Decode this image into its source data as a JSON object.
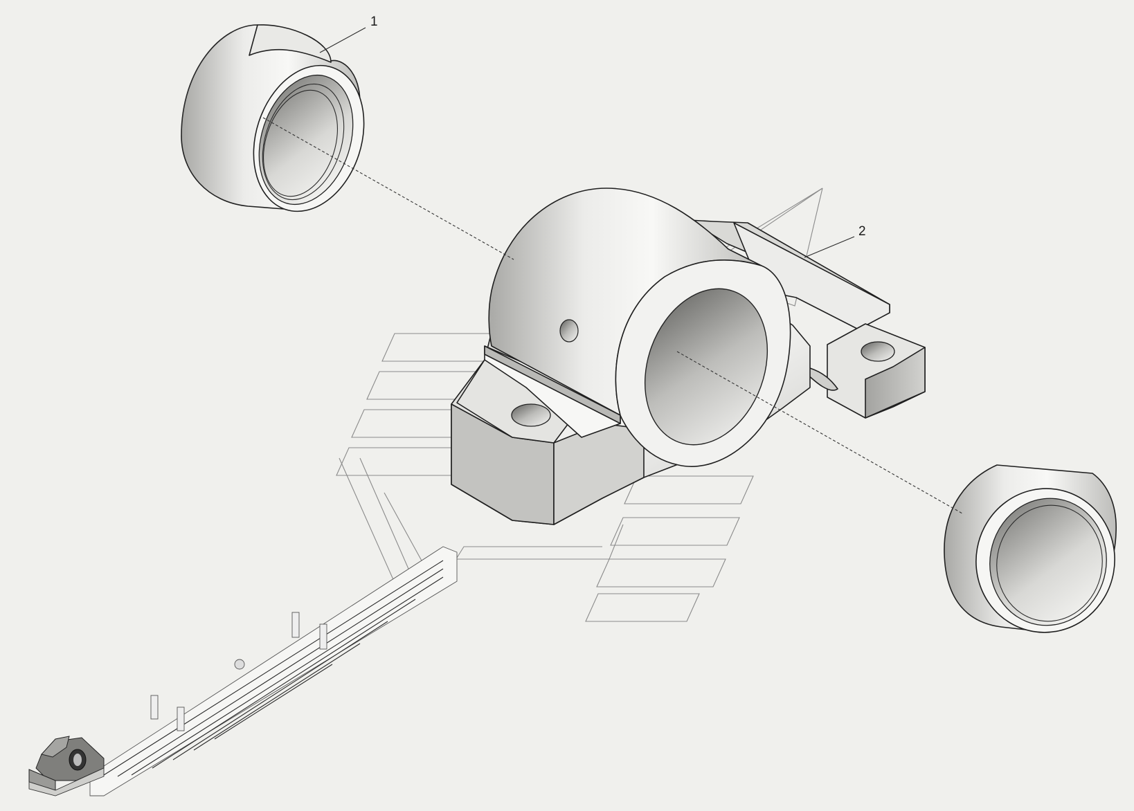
{
  "diagram": {
    "type": "exploded-parts-view",
    "callouts": [
      {
        "id": "1",
        "label": "1"
      },
      {
        "id": "2",
        "label": "2"
      }
    ],
    "parts": [
      {
        "name": "bushing",
        "callout": "1"
      },
      {
        "name": "spring-bracket",
        "callout": "2"
      },
      {
        "name": "bushing",
        "callout": ""
      },
      {
        "name": "leaf-spring-assembly-thumbnail",
        "callout": ""
      }
    ],
    "colors": {
      "background": "#f0f0ed",
      "part_light": "#f4f4f2",
      "part_mid": "#c9c9c6",
      "part_dark": "#8f8f8c",
      "watermark": "#8a8a8a",
      "line": "#1f1f1f"
    }
  }
}
